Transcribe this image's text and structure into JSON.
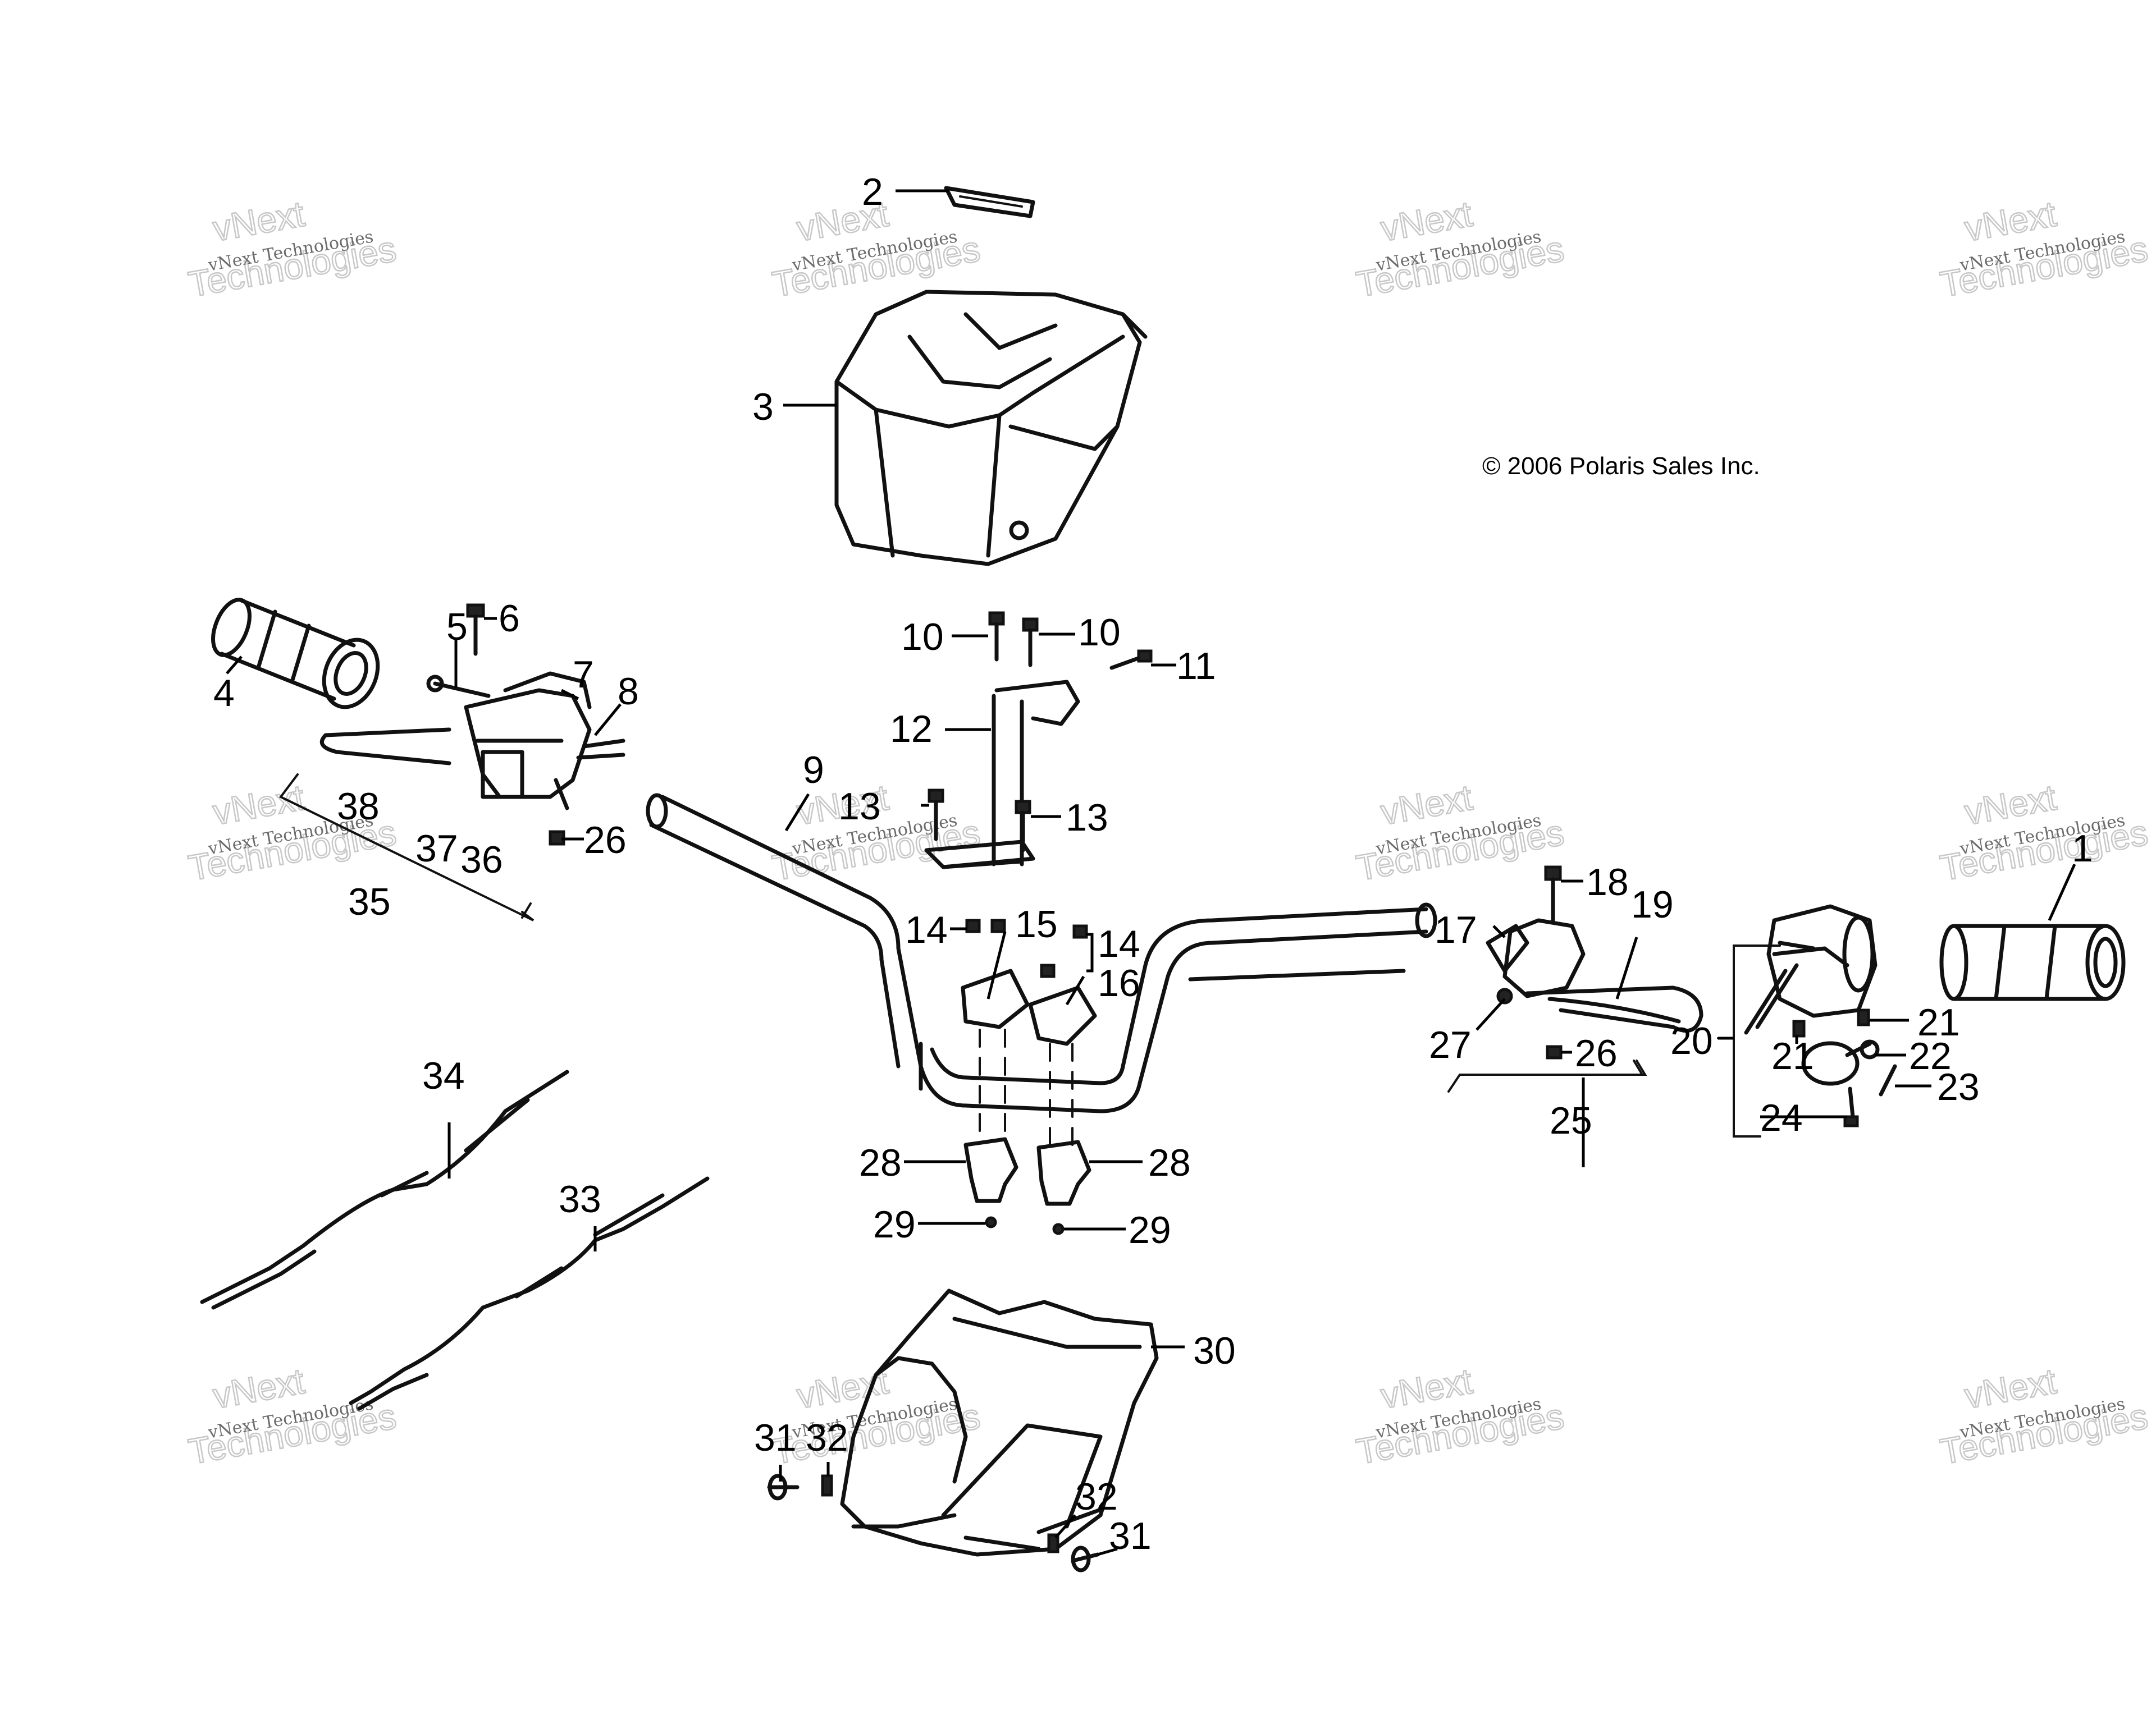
{
  "copyright": "© 2006 Polaris Sales Inc.",
  "watermark": {
    "brand": "vNext",
    "line1": "vNext Technologies",
    "line2": "Technologies"
  },
  "callouts": [
    {
      "id": "c2",
      "label": "2"
    },
    {
      "id": "c3",
      "label": "3"
    },
    {
      "id": "c4",
      "label": "4"
    },
    {
      "id": "c5",
      "label": "5"
    },
    {
      "id": "c6",
      "label": "6"
    },
    {
      "id": "c7",
      "label": "7"
    },
    {
      "id": "c8",
      "label": "8"
    },
    {
      "id": "c9",
      "label": "9"
    },
    {
      "id": "c10a",
      "label": "10"
    },
    {
      "id": "c10b",
      "label": "10"
    },
    {
      "id": "c11",
      "label": "11"
    },
    {
      "id": "c12",
      "label": "12"
    },
    {
      "id": "c13a",
      "label": "13"
    },
    {
      "id": "c13b",
      "label": "13"
    },
    {
      "id": "c14a",
      "label": "14"
    },
    {
      "id": "c14b",
      "label": "14"
    },
    {
      "id": "c15",
      "label": "15"
    },
    {
      "id": "c16",
      "label": "16"
    },
    {
      "id": "c17",
      "label": "17"
    },
    {
      "id": "c18",
      "label": "18"
    },
    {
      "id": "c19",
      "label": "19"
    },
    {
      "id": "c20",
      "label": "20"
    },
    {
      "id": "c21a",
      "label": "21"
    },
    {
      "id": "c21b",
      "label": "21"
    },
    {
      "id": "c22",
      "label": "22"
    },
    {
      "id": "c23",
      "label": "23"
    },
    {
      "id": "c24",
      "label": "24"
    },
    {
      "id": "c25",
      "label": "25"
    },
    {
      "id": "c26a",
      "label": "26"
    },
    {
      "id": "c26b",
      "label": "26"
    },
    {
      "id": "c27",
      "label": "27"
    },
    {
      "id": "c28a",
      "label": "28"
    },
    {
      "id": "c28b",
      "label": "28"
    },
    {
      "id": "c29a",
      "label": "29"
    },
    {
      "id": "c29b",
      "label": "29"
    },
    {
      "id": "c30",
      "label": "30"
    },
    {
      "id": "c31a",
      "label": "31"
    },
    {
      "id": "c31b",
      "label": "31"
    },
    {
      "id": "c32a",
      "label": "32"
    },
    {
      "id": "c32b",
      "label": "32"
    },
    {
      "id": "c33",
      "label": "33"
    },
    {
      "id": "c34",
      "label": "34"
    },
    {
      "id": "c35",
      "label": "35"
    },
    {
      "id": "c36",
      "label": "36"
    },
    {
      "id": "c37",
      "label": "37"
    },
    {
      "id": "c38",
      "label": "38"
    },
    {
      "id": "c1",
      "label": "1"
    }
  ]
}
